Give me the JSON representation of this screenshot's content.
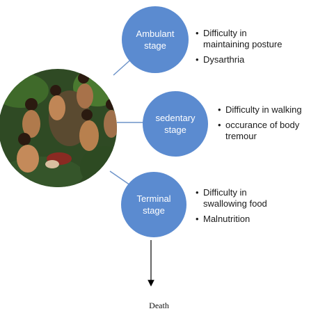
{
  "stages": [
    {
      "label": "Ambulant\nstage",
      "bullets": [
        " Difficulty in\nmaintaining posture",
        "Dysarthria"
      ]
    },
    {
      "label": "sedentary\nstage",
      "bullets": [
        "Difficulty in walking",
        "occurance of body\ntremour"
      ]
    },
    {
      "label": "Terminal\nstage",
      "bullets": [
        "Difficulty in\nswallowing  food",
        "Malnutrition"
      ]
    }
  ],
  "outcome": "Death",
  "colors": {
    "circle_fill": "#5b8bd0",
    "connector": "#6d93c9",
    "arrow": "#000000"
  }
}
